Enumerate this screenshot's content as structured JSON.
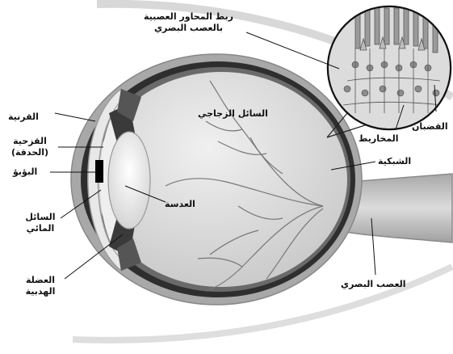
{
  "labels": {
    "optic_connection": "ربط المحاور العصبية بالعصب البصري",
    "cornea": "القرنية",
    "iris": "القزحية (الحدقة)",
    "pupil": "البؤبؤ",
    "aqueous_humor": "السائل المائي",
    "ciliary_muscle": "العضلة الهدبية",
    "vitreous_humor": "السائل الزجاجي",
    "lens": "العدسة",
    "rods": "القضبان",
    "cones": "المخاريط",
    "retina": "الشبكية",
    "optic_nerve": "العصب البصري"
  },
  "colors": {
    "background": "#ffffff",
    "vitreous": "#d8d8d8",
    "choroid": "#2a2a2a",
    "sclera": "#9a9a9a",
    "lens": "#f4f4f4",
    "nerve": "#bdbdbd",
    "vessels": "#6e6e6e"
  }
}
